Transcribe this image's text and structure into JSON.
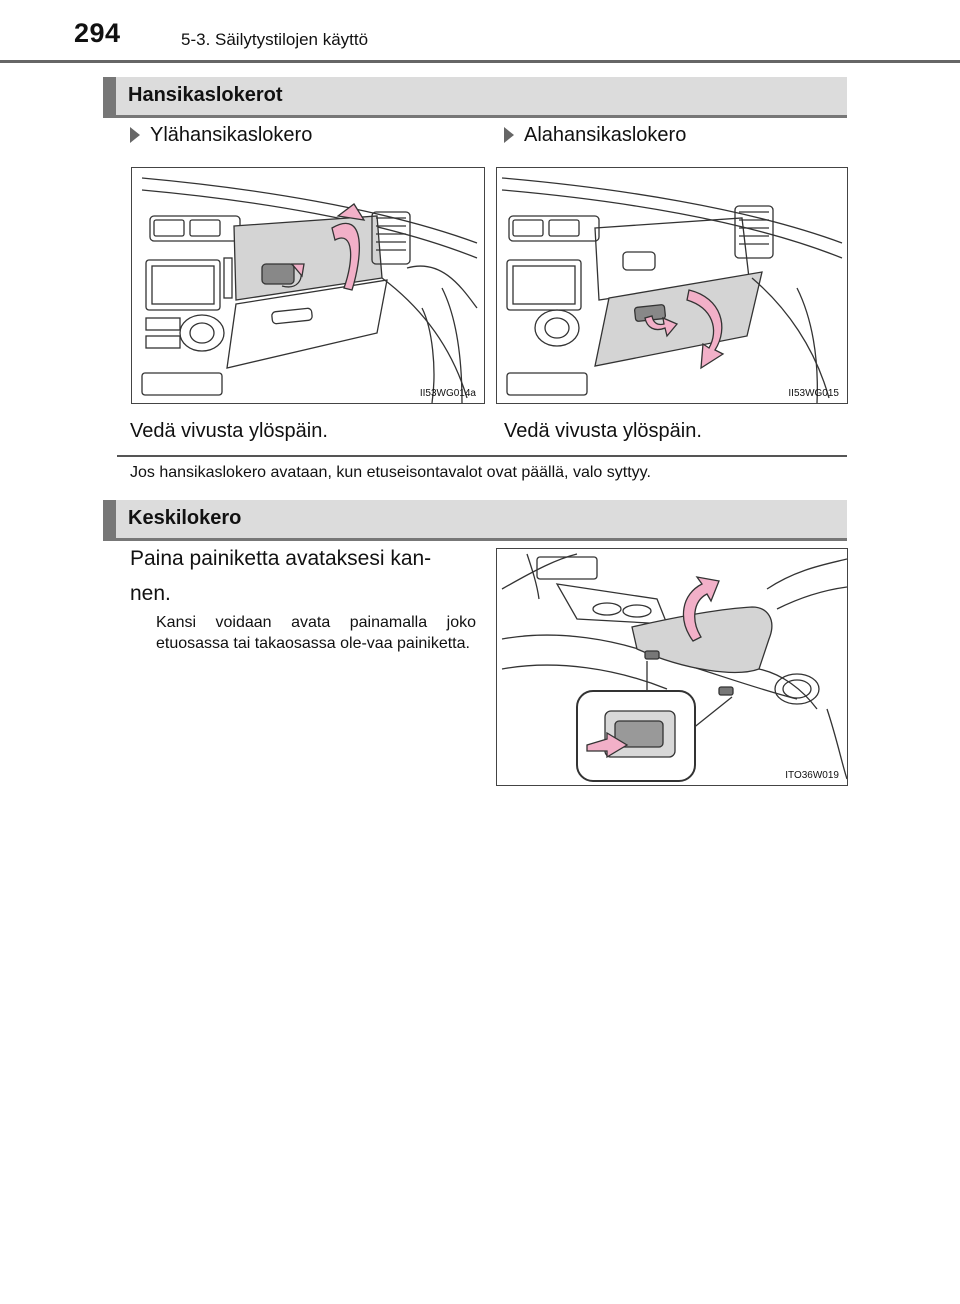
{
  "header": {
    "page_number": "294",
    "chapter": "5-3. Säilytystilojen käyttö"
  },
  "section1": {
    "title": "Hansikaslokerot",
    "left": {
      "label": "Ylähansikaslokero",
      "figure_code": "II53WG014a",
      "caption": "Vedä vivusta ylöspäin."
    },
    "right": {
      "label": "Alahansikaslokero",
      "figure_code": "II53WG015",
      "caption": "Vedä vivusta ylöspäin."
    },
    "note": "Jos hansikaslokero avataan, kun etuseisontavalot ovat päällä, valo syttyy."
  },
  "section2": {
    "title": "Keskilokero",
    "step": "Paina painiketta avataksesi kan-nen.",
    "step_line1": "Paina painiketta avataksesi kan-",
    "step_line2": "nen.",
    "substep": "Kansi voidaan avata painamalla joko etuosassa tai takaosassa ole-vaa painiketta.",
    "figure_code": "ITO36W019"
  },
  "colors": {
    "arrow": "#f2b0c8",
    "panel": "#d4d4d4",
    "rule": "#777777"
  }
}
